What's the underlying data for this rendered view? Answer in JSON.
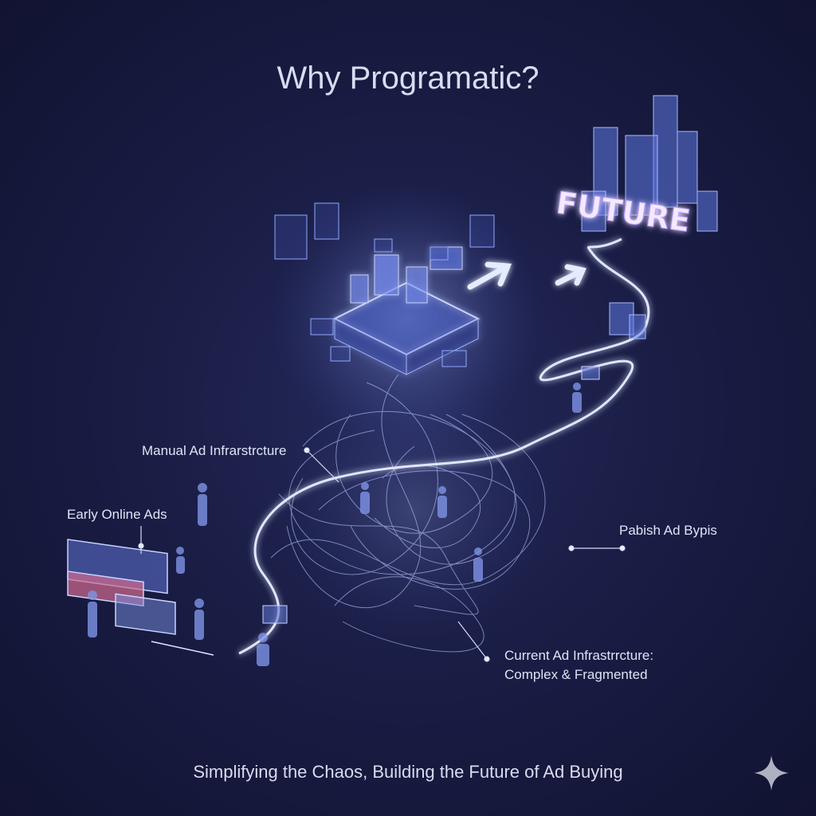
{
  "header": {
    "title": "Why Programatic?"
  },
  "labels": {
    "manual": "Manual Ad Infrarstrcture",
    "early": "Early Online Ads",
    "pabish": "Pabish Ad Bypis",
    "current_line1": "Current Ad Infrastrrcture:",
    "current_line2": "Complex & Fragmented"
  },
  "illustration": {
    "future_text": "FUTURE"
  },
  "footer": {
    "subtitle": "Simplifying the Chaos, Building the Future of Ad Buying"
  },
  "colors": {
    "accent": "#8fa8ff",
    "glow": "#c9d4ff",
    "background": "#1a1d45"
  },
  "icons": {
    "corner": "sparkle-icon"
  }
}
